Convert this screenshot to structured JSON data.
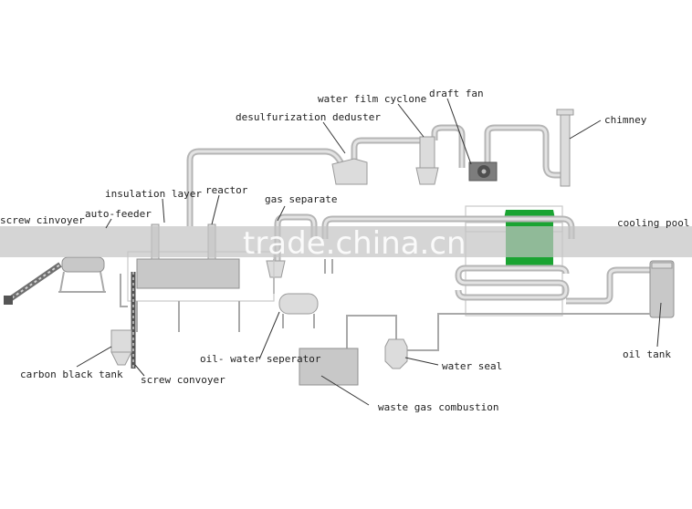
{
  "labels": {
    "water_film_cyclone": "water film cyclone",
    "draft_fan": "draft fan",
    "desulfurization_deduster": "desulfurization deduster",
    "chimney": "chimney",
    "insulation_layer": "insulation layer",
    "reactor": "reactor",
    "screw_cinvoyer": "screw cinvoyer",
    "auto_feeder": "auto-feeder",
    "gas_separate": "gas separate",
    "cooling_pool": "cooling pool",
    "oil_water_seperator": "oil- water seperator",
    "water_seal": "water seal",
    "oil_tank": "oil tank",
    "carbon_black_tank": "carbon black tank",
    "screw_convoyer": "screw convoyer",
    "waste_gas_combustion": "waste gas combustion"
  },
  "watermark": "trade.china.cn",
  "colors": {
    "pipe": "#b5b5b5",
    "equipment": "#c8c8c8",
    "cooling_pool_accent": "#1aa432",
    "label_text": "#222222"
  }
}
